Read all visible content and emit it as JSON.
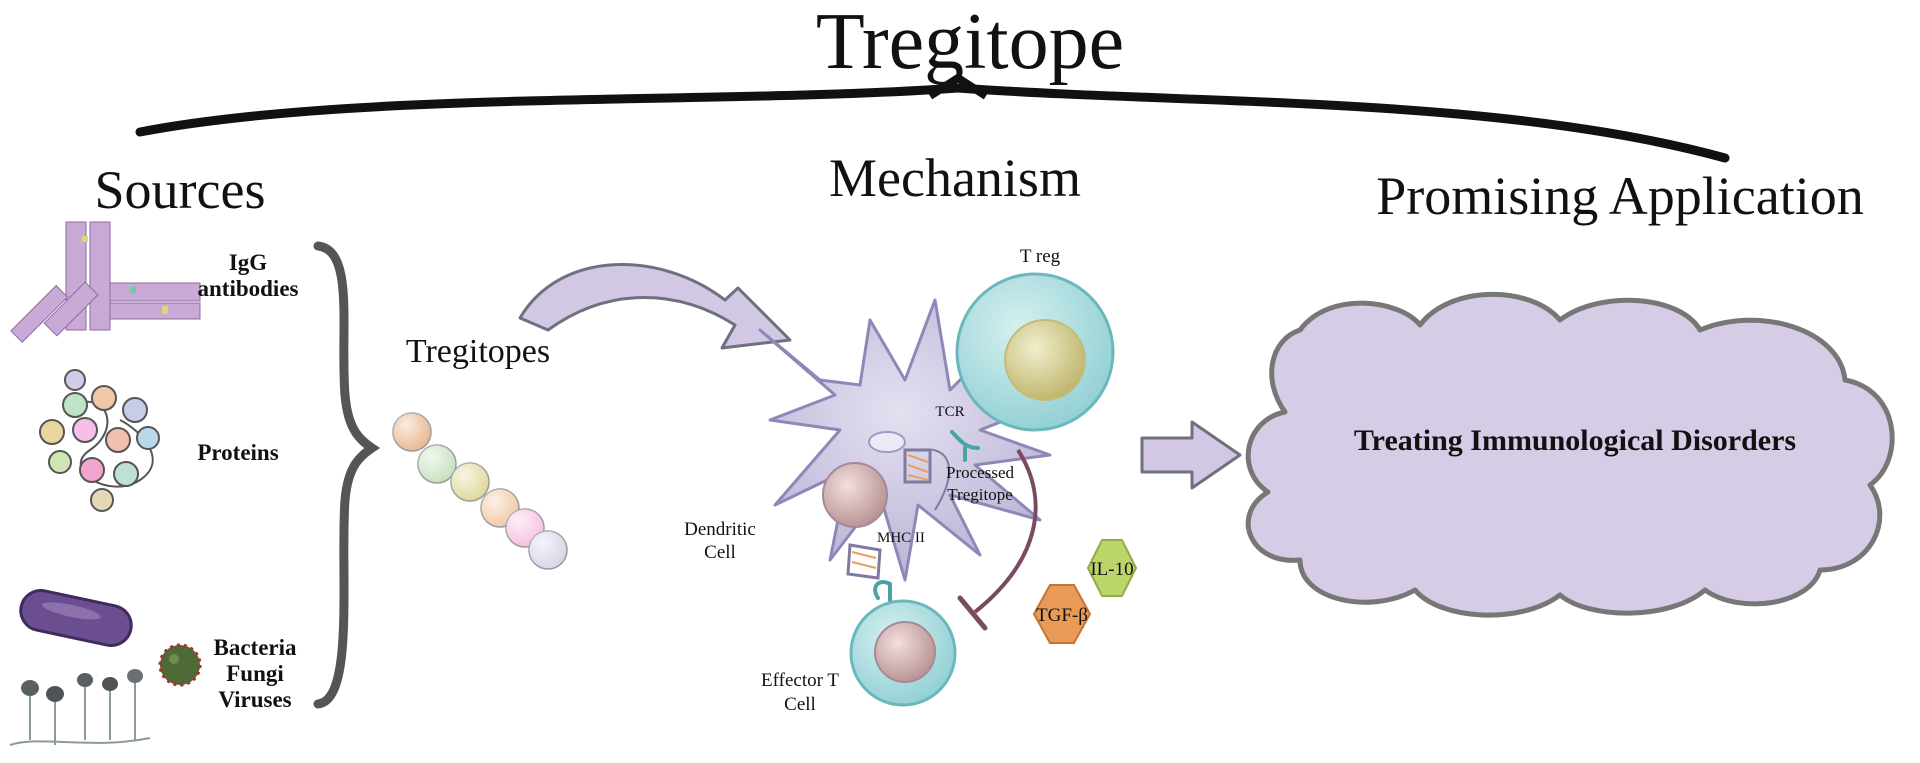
{
  "title": "Tregitope",
  "sections": {
    "sources": "Sources",
    "mechanism": "Mechanism",
    "application": "Promising Application"
  },
  "sources": {
    "igg": [
      "IgG",
      "antibodies"
    ],
    "proteins": "Proteins",
    "microbes": [
      "Bacteria",
      "Fungi",
      "Viruses"
    ]
  },
  "tregitopes_label": "Tregitopes",
  "mechanism": {
    "treg": "T reg",
    "tcr": "TCR",
    "processed": [
      "Processed",
      "Tregitope"
    ],
    "dendritic": [
      "Dendritic",
      "Cell"
    ],
    "mhc": "MHC II",
    "effector": [
      "Effector T",
      "Cell"
    ],
    "il10": "IL-10",
    "tgfb": "TGF-β"
  },
  "application_text": "Treating Immunological Disorders",
  "colors": {
    "purple_arrow": "#d2c8e4",
    "cloud": "#d6cce6",
    "treg_cell": "#aee0e2",
    "dendritic_cell": "#cdc8e2",
    "il10": "#bcd56a",
    "tgfb": "#e89a56"
  }
}
